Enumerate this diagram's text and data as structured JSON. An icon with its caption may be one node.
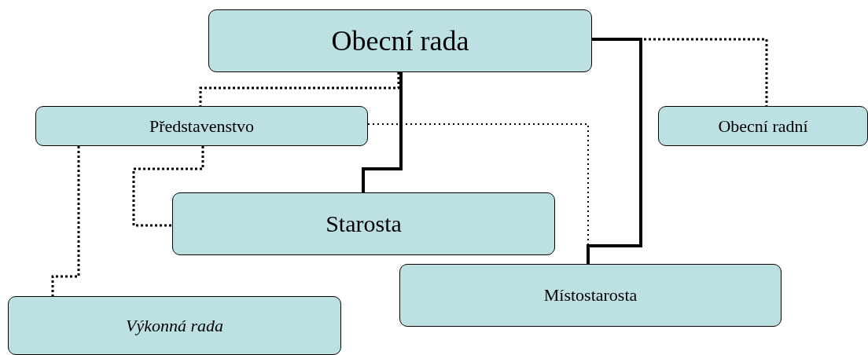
{
  "diagram": {
    "nodes": [
      {
        "text": [
          "Obecní rada"
        ]
      },
      {
        "text": [
          "Představenstvo"
        ]
      },
      {
        "text": [
          "Obecní radní"
        ]
      },
      {
        "text": [
          "Starosta"
        ]
      },
      {
        "text": [
          "Místostarosta"
        ]
      },
      {
        "text": [
          "Výkonná rada"
        ]
      }
    ],
    "edges": [
      {
        "from": 0,
        "to": 3,
        "arrow": "none"
      },
      {
        "from": 0,
        "to": 4,
        "arrow": "none"
      },
      {
        "from": 0,
        "to": 2,
        "arrow": "none",
        "style": "dashed"
      },
      {
        "from": 0,
        "to": 1,
        "arrow": "none",
        "style": "dashed"
      },
      {
        "from": 1,
        "to": 4,
        "arrow": "none",
        "style": "dashed"
      },
      {
        "from": 1,
        "to": 3,
        "arrow": "none",
        "style": "dashed"
      },
      {
        "from": 1,
        "to": 5,
        "arrow": "none",
        "style": "dashed"
      }
    ]
  }
}
